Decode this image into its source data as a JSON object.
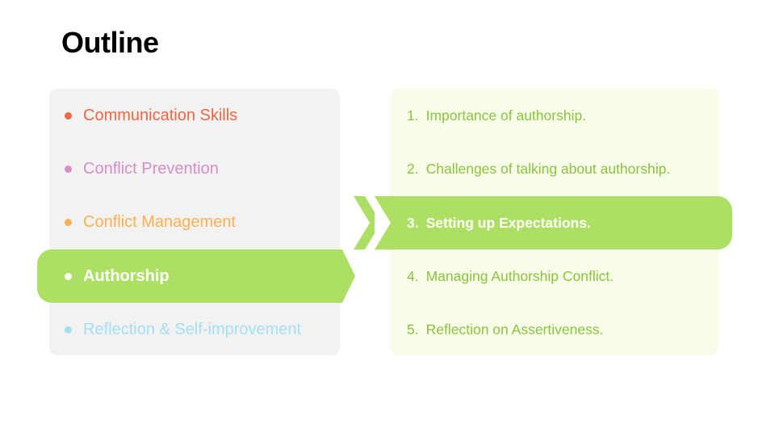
{
  "page": {
    "title": "Outline"
  },
  "colors": {
    "accent_green": "#acdf63",
    "text_green": "#8cc23f",
    "left_panel_bg": "#f2f2f2",
    "right_panel_bg": "#f8fde9"
  },
  "sections": [
    {
      "label": "Communication Skills",
      "color": "#ee6643",
      "active": false
    },
    {
      "label": "Conflict Prevention",
      "color": "#d68ec8",
      "active": false
    },
    {
      "label": "Conflict Management",
      "color": "#fbb04f",
      "active": false
    },
    {
      "label": "Authorship",
      "color": "#ffffff",
      "active": true
    },
    {
      "label": "Reflection & Self-improvement",
      "color": "#a4e0f2",
      "active": false
    }
  ],
  "subtopics": [
    {
      "number": "1.",
      "label": "Importance of authorship.",
      "active": false
    },
    {
      "number": "2.",
      "label": "Challenges of talking about authorship.",
      "active": false
    },
    {
      "number": "3.",
      "label": "Setting up Expectations.",
      "active": true
    },
    {
      "number": "4.",
      "label": "Managing Authorship Conflict.",
      "active": false
    },
    {
      "number": "5.",
      "label": "Reflection on Assertiveness.",
      "active": false
    }
  ]
}
